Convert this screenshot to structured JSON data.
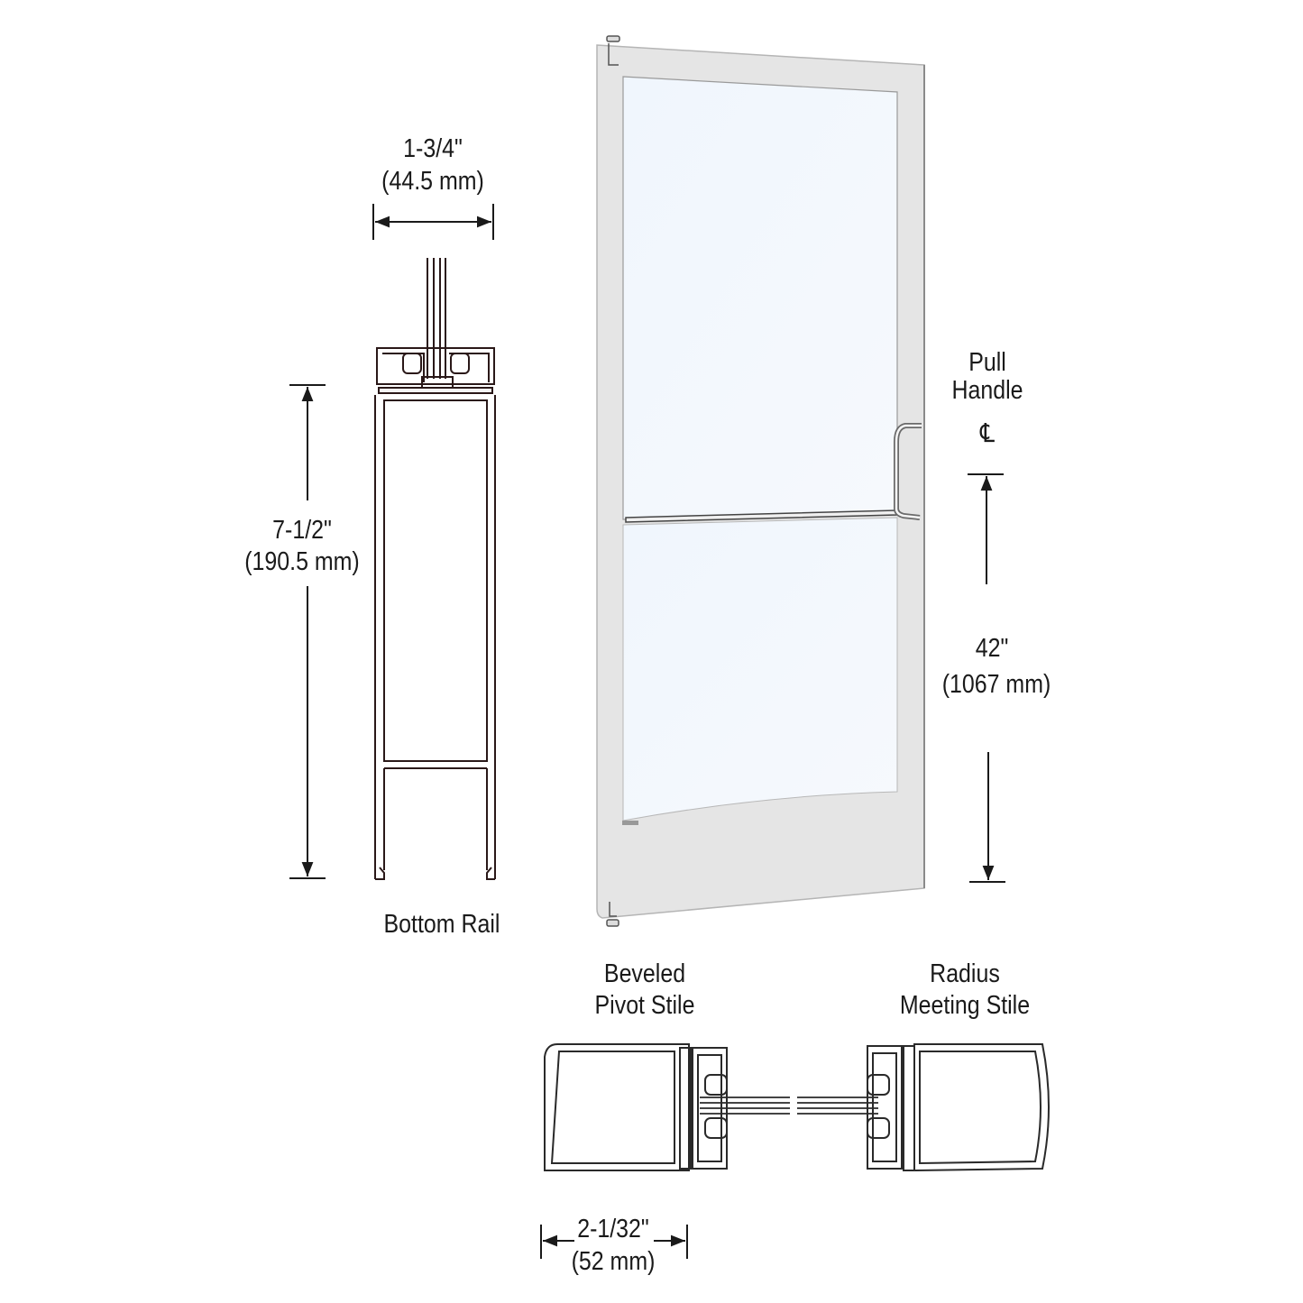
{
  "diagram": {
    "subject": "Aluminum door with glass, section details",
    "colors": {
      "line": "#1a1a1a",
      "profile_line": "#2a1818",
      "door_frame": "#e6e6e6",
      "glass": "#f2f7fd",
      "background": "#ffffff"
    }
  },
  "top_rail_width": {
    "imperial": "1-3/4\"",
    "metric": "(44.5 mm)"
  },
  "bottom_rail": {
    "label": "Bottom Rail",
    "height_imperial": "7-1/2\"",
    "height_metric": "(190.5 mm)"
  },
  "pull_handle": {
    "label_line1": "Pull",
    "label_line2": "Handle",
    "centerline_symbol": "℄",
    "height_imperial": "42\"",
    "height_metric": "(1067 mm)"
  },
  "pivot_stile": {
    "label_line1": "Beveled",
    "label_line2": "Pivot Stile",
    "width_imperial": "2-1/32\"",
    "width_metric": "(52 mm)"
  },
  "meeting_stile": {
    "label_line1": "Radius",
    "label_line2": "Meeting Stile"
  }
}
